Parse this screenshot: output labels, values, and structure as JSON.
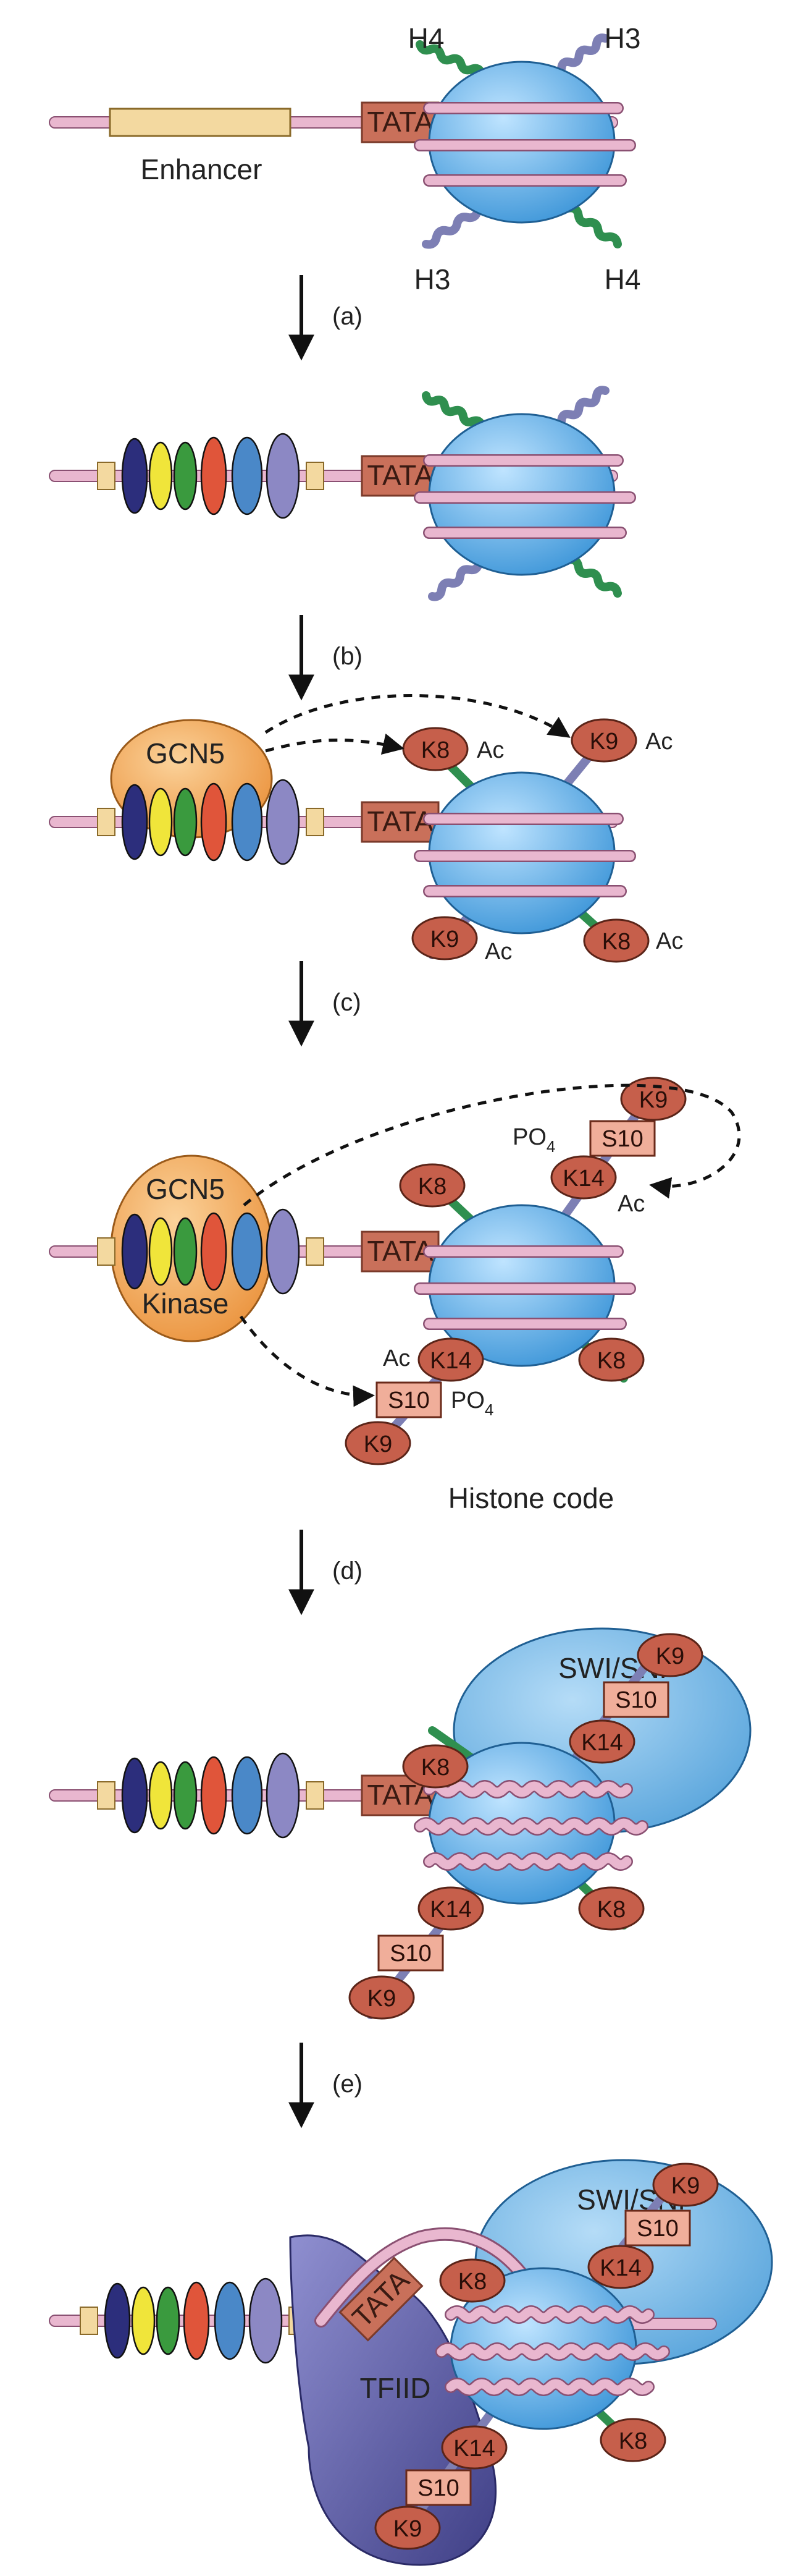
{
  "labels": {
    "h4": "H4",
    "h3": "H3",
    "enhancer": "Enhancer",
    "tata": "TATA",
    "gcn5": "GCN5",
    "kinase": "Kinase",
    "swisnf": "SWI/SNF",
    "tfiid": "TFIID",
    "histone_code": "Histone code",
    "ac": "Ac",
    "po4": "PO",
    "po4_sub": "4",
    "k8": "K8",
    "k9": "K9",
    "k14": "K14",
    "s10": "S10"
  },
  "steps": [
    "(a)",
    "(b)",
    "(c)",
    "(d)",
    "(e)"
  ],
  "colors": {
    "dna": "#e9b7cf",
    "dna_edge": "#8a5072",
    "nucleosome": "#5fb0e8",
    "nucleosome_edge": "#1f5f93",
    "h4_tail": "#2f8f4f",
    "h3_tail": "#7d7fb4",
    "tata_box": "#c9705a",
    "enhancer_box": "#f3d9a0",
    "gcn5_complex": "#f0a458",
    "swisnf": "#6fb5e6",
    "tfiid": "#6c6cb0",
    "residue_oval": "#c65f4b",
    "residue_box": "#f0ae9a",
    "activators": [
      "#2c2e7c",
      "#f0e53a",
      "#3a9a3e",
      "#e0553a",
      "#4a88c8",
      "#8c88c4"
    ]
  }
}
